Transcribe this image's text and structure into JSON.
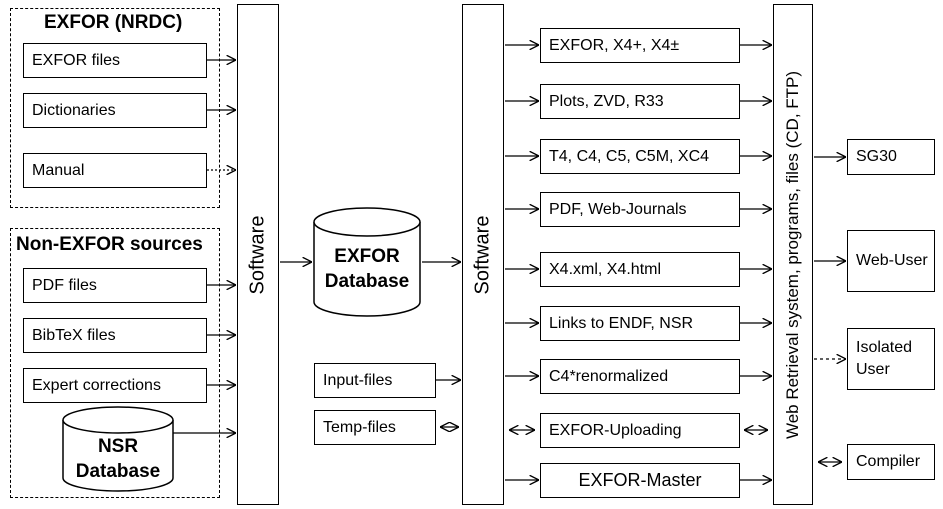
{
  "exfor_group": {
    "title": "EXFOR (NRDC)",
    "items": [
      "EXFOR files",
      "Dictionaries",
      "Manual"
    ]
  },
  "non_exfor_group": {
    "title": "Non-EXFOR sources",
    "items": [
      "PDF files",
      "BibTeX files",
      "Expert corrections"
    ],
    "nsr_db": {
      "line1": "NSR",
      "line2": "Database"
    }
  },
  "software_left": "Software",
  "exfor_db": {
    "line1": "EXFOR",
    "line2": "Database"
  },
  "software_right": "Software",
  "input_files": "Input-files",
  "temp_files": "Temp-files",
  "outputs": [
    "EXFOR, X4+, X4±",
    "Plots, ZVD, R33",
    "T4, C4, C5, C5M, XC4",
    "PDF, Web-Journals",
    "X4.xml, X4.html",
    "Links to ENDF, NSR",
    "C4*renormalized",
    "EXFOR-Uploading",
    "EXFOR-Master"
  ],
  "web_retrieval": "Web Retrieval system, programs, files (CD, FTP)",
  "consumers": {
    "sg30": "SG30",
    "web_user": "Web-User",
    "isolated_user": "Isolated User",
    "compiler": "Compiler"
  }
}
